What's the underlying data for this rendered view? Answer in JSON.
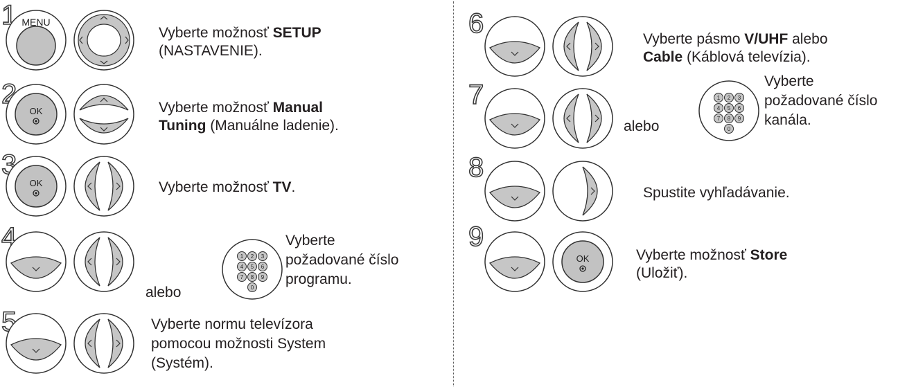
{
  "steps": [
    {
      "num": "1",
      "pre": "Vyberte možnosť ",
      "bold1": "SETUP",
      "mid": "",
      "bold2": "",
      "post": "",
      "line2": "(NASTAVENIE)."
    },
    {
      "num": "2",
      "pre": "Vyberte možnosť ",
      "bold1": "Manual",
      "mid": "",
      "bold2": "",
      "post": "",
      "line2b": "Tuning",
      "line2": " (Manuálne ladenie)."
    },
    {
      "num": "3",
      "pre": "Vyberte možnosť ",
      "bold1": "TV",
      "post": "."
    },
    {
      "num": "4",
      "alt": "alebo",
      "l1": "Vyberte",
      "l2": "požadované číslo",
      "l3": "programu."
    },
    {
      "num": "5",
      "l1": "Vyberte normu televízora",
      "l2": "pomocou možnosti System",
      "l3": "(Systém)."
    },
    {
      "num": "6",
      "pre": "Vyberte pásmo ",
      "bold1": "V/UHF",
      "post": " alebo",
      "line2b": "Cable",
      "line2": " (Káblová televízia)."
    },
    {
      "num": "7",
      "alt": "alebo",
      "l1": "Vyberte",
      "l2": "požadované číslo",
      "l3": "kanála."
    },
    {
      "num": "8",
      "l1": "Spustite vyhľadávanie."
    },
    {
      "num": "9",
      "pre": "Vyberte možnosť ",
      "bold1": "Store",
      "line2": "(Uložiť)."
    }
  ],
  "buttons": {
    "menu_label": "MENU",
    "ok_label": "OK"
  },
  "keypad": [
    "1",
    "2",
    "3",
    "4",
    "5",
    "6",
    "7",
    "8",
    "9",
    "0"
  ]
}
